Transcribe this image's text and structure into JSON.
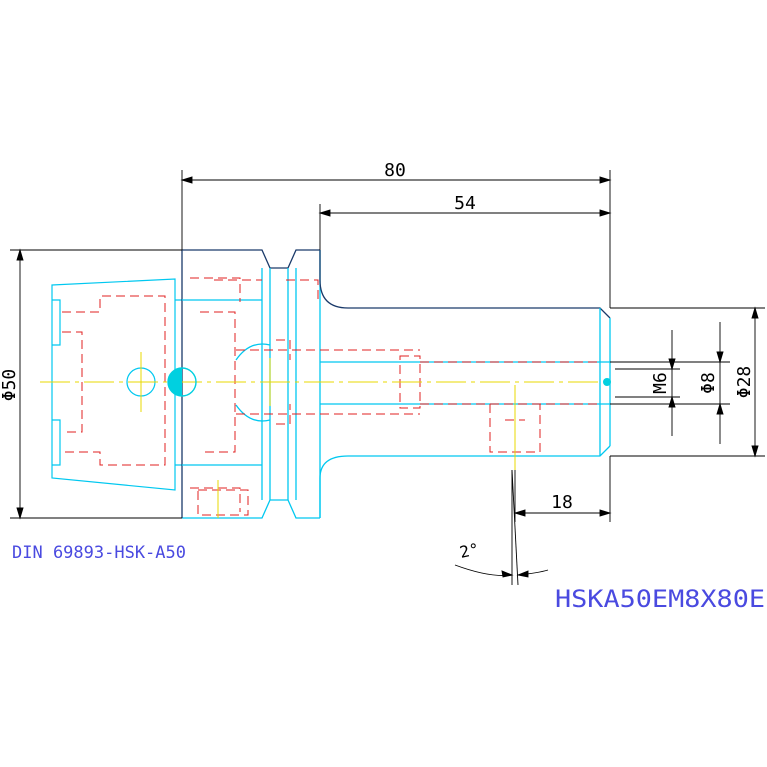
{
  "drawing": {
    "standard_label": "DIN 69893-HSK-A50",
    "part_number": "HSKA50EM8X80E",
    "colors": {
      "outline": "#00c8f0",
      "outline_dark": "#1a3a6a",
      "hidden": "#e02020",
      "center": "#e8d800",
      "dimension": "#000000",
      "label_blue": "#4a4ae0",
      "marker": "#00d0e0"
    },
    "dimensions": {
      "overall_length": "80",
      "shank_length": "54",
      "flange_diameter": "Φ50",
      "thread": "M6",
      "bore_diameter": "Φ8",
      "shank_diameter": "Φ28",
      "screw_offset": "18",
      "taper_angle": "2°"
    }
  }
}
